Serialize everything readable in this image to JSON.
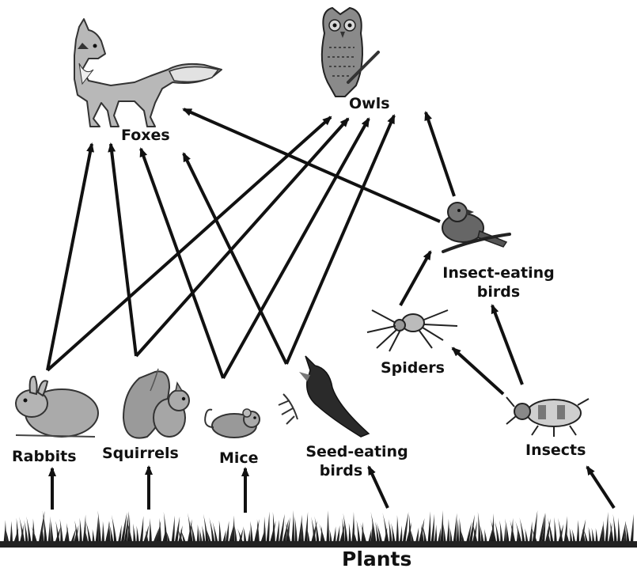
{
  "diagram": {
    "type": "food-web",
    "nodes": [
      {
        "id": "foxes",
        "label": "Foxes",
        "icon": "fox-icon"
      },
      {
        "id": "owls",
        "label": "Owls",
        "icon": "owl-icon"
      },
      {
        "id": "insect_birds",
        "label_line1": "Insect-eating",
        "label_line2": "birds",
        "icon": "perched-bird-icon"
      },
      {
        "id": "spiders",
        "label": "Spiders",
        "icon": "spider-icon"
      },
      {
        "id": "rabbits",
        "label": "Rabbits",
        "icon": "rabbit-icon"
      },
      {
        "id": "squirrels",
        "label": "Squirrels",
        "icon": "squirrel-icon"
      },
      {
        "id": "mice",
        "label": "Mice",
        "icon": "mouse-icon"
      },
      {
        "id": "seed_birds",
        "label_line1": "Seed-eating",
        "label_line2": "birds",
        "icon": "cardinal-icon"
      },
      {
        "id": "insects",
        "label": "Insects",
        "icon": "beetle-icon"
      },
      {
        "id": "plants",
        "label": "Plants",
        "icon": "grass-icon"
      }
    ],
    "edges": [
      {
        "from": "rabbits",
        "to": "foxes"
      },
      {
        "from": "rabbits",
        "to": "owls"
      },
      {
        "from": "squirrels",
        "to": "foxes"
      },
      {
        "from": "squirrels",
        "to": "owls"
      },
      {
        "from": "mice",
        "to": "foxes"
      },
      {
        "from": "mice",
        "to": "owls"
      },
      {
        "from": "seed_birds",
        "to": "foxes"
      },
      {
        "from": "seed_birds",
        "to": "owls"
      },
      {
        "from": "insect_birds",
        "to": "foxes"
      },
      {
        "from": "insect_birds",
        "to": "owls"
      },
      {
        "from": "spiders",
        "to": "insect_birds"
      },
      {
        "from": "insects",
        "to": "spiders"
      },
      {
        "from": "insects",
        "to": "insect_birds"
      },
      {
        "from": "plants",
        "to": "rabbits"
      },
      {
        "from": "plants",
        "to": "squirrels"
      },
      {
        "from": "plants",
        "to": "mice"
      },
      {
        "from": "plants",
        "to": "seed_birds"
      },
      {
        "from": "plants",
        "to": "insects"
      }
    ]
  }
}
